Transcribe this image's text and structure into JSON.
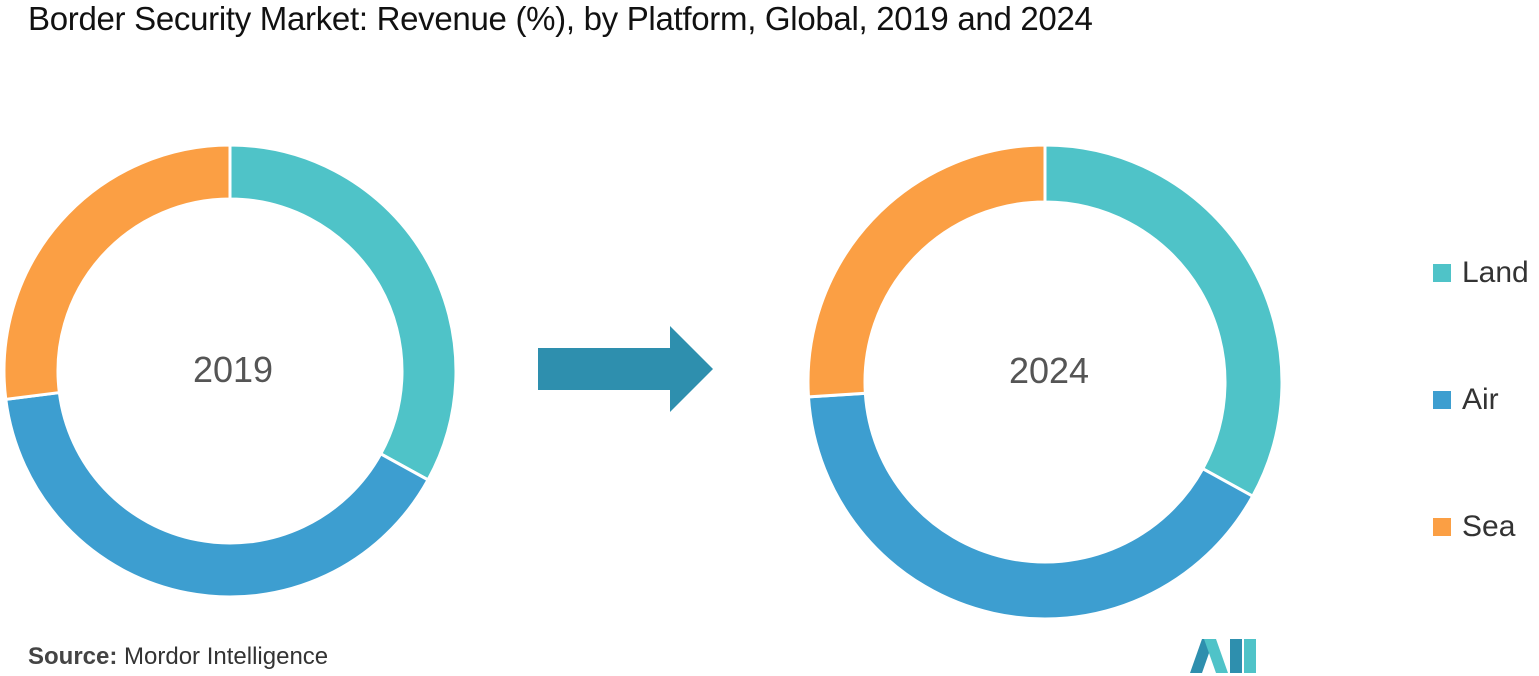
{
  "title": "Border Security Market: Revenue (%), by Platform, Global, 2019 and 2024",
  "source": {
    "label": "Source:",
    "text": "Mordor Intelligence"
  },
  "colors": {
    "land": "#4fc3c8",
    "air": "#3d9ed0",
    "sea": "#fb9f44",
    "arrow": "#2e8fae"
  },
  "chart_data": [
    {
      "type": "pie",
      "variant": "donut",
      "center_label": "2019",
      "categories": [
        "Land",
        "Air",
        "Sea"
      ],
      "values": [
        33,
        40,
        27
      ]
    },
    {
      "type": "pie",
      "variant": "donut",
      "center_label": "2024",
      "categories": [
        "Land",
        "Air",
        "Sea"
      ],
      "values": [
        33,
        41,
        26
      ]
    }
  ],
  "legend": {
    "position": "right",
    "items": [
      {
        "label": "Land",
        "color": "#4fc3c8"
      },
      {
        "label": "Air",
        "color": "#3d9ed0"
      },
      {
        "label": "Sea",
        "color": "#fb9f44"
      }
    ]
  }
}
